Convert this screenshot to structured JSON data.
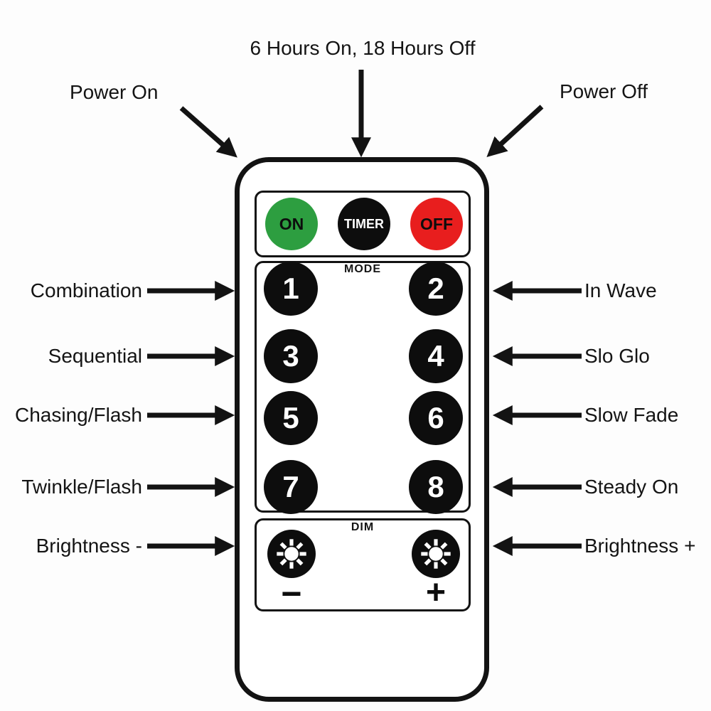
{
  "annotations": {
    "timer": "6 Hours On, 18 Hours Off",
    "power_on": "Power On",
    "power_off": "Power Off",
    "left": [
      "Combination",
      "Sequential",
      "Chasing/Flash",
      "Twinkle/Flash",
      "Brightness -"
    ],
    "right": [
      "In Wave",
      "Slo Glo",
      "Slow Fade",
      "Steady On",
      "Brightness +"
    ]
  },
  "remote": {
    "power_buttons": [
      {
        "label": "ON",
        "color": "#2d9e40",
        "text_color": "#0d0d0d"
      },
      {
        "label": "TIMER",
        "color": "#0d0d0d",
        "text_color": "#ffffff"
      },
      {
        "label": "OFF",
        "color": "#e81e1e",
        "text_color": "#0d0d0d"
      }
    ],
    "mode": {
      "label": "MODE",
      "buttons": [
        "1",
        "2",
        "3",
        "4",
        "5",
        "6",
        "7",
        "8"
      ]
    },
    "dim": {
      "label": "DIM",
      "minus": "−",
      "plus": "+"
    }
  },
  "icons": {
    "dim_left": "sun-icon",
    "dim_right": "sun-icon"
  },
  "colors": {
    "arrow": "#131313",
    "button_black": "#0d0d0d",
    "green": "#2d9e40",
    "red": "#e81e1e"
  }
}
